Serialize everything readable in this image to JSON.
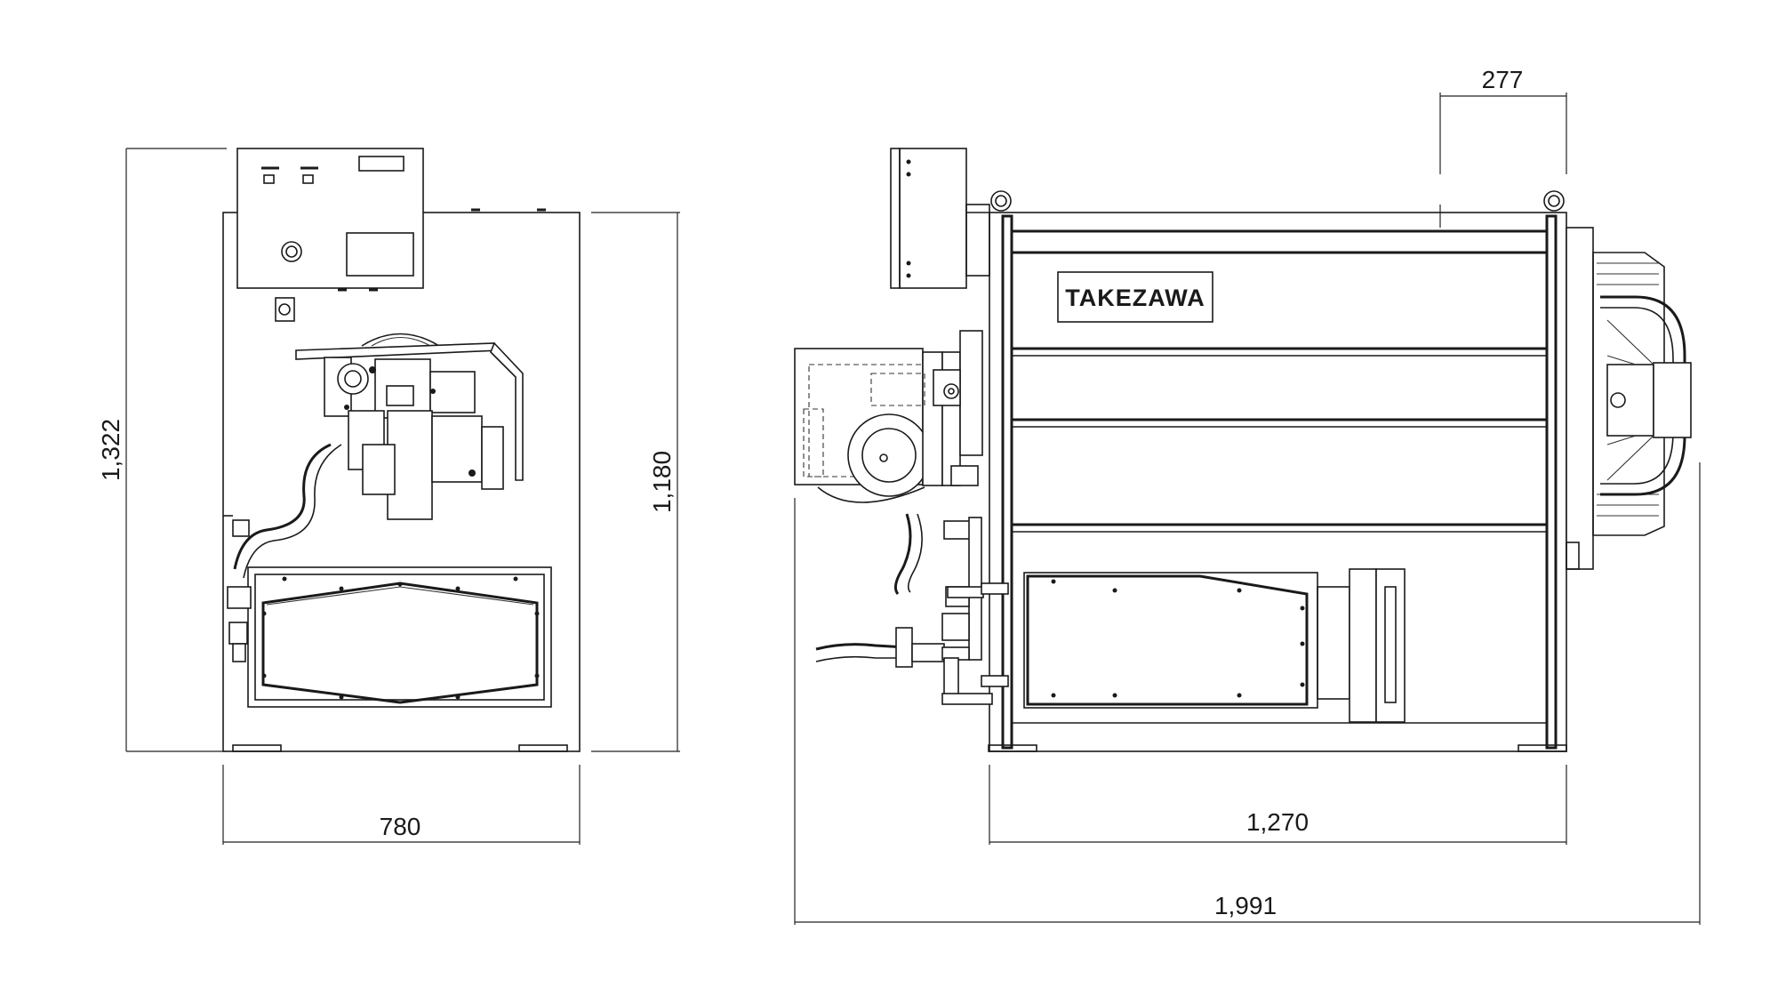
{
  "brand": {
    "logo_text": "TAKEZAWA"
  },
  "dimensions": {
    "front_width": "780",
    "front_total_height": "1,322",
    "front_body_height": "1,180",
    "side_body_length": "1,270",
    "side_total_length": "1,991",
    "fan_depth": "277"
  },
  "colors": {
    "line": "#1a1a1a",
    "background": "#ffffff"
  }
}
